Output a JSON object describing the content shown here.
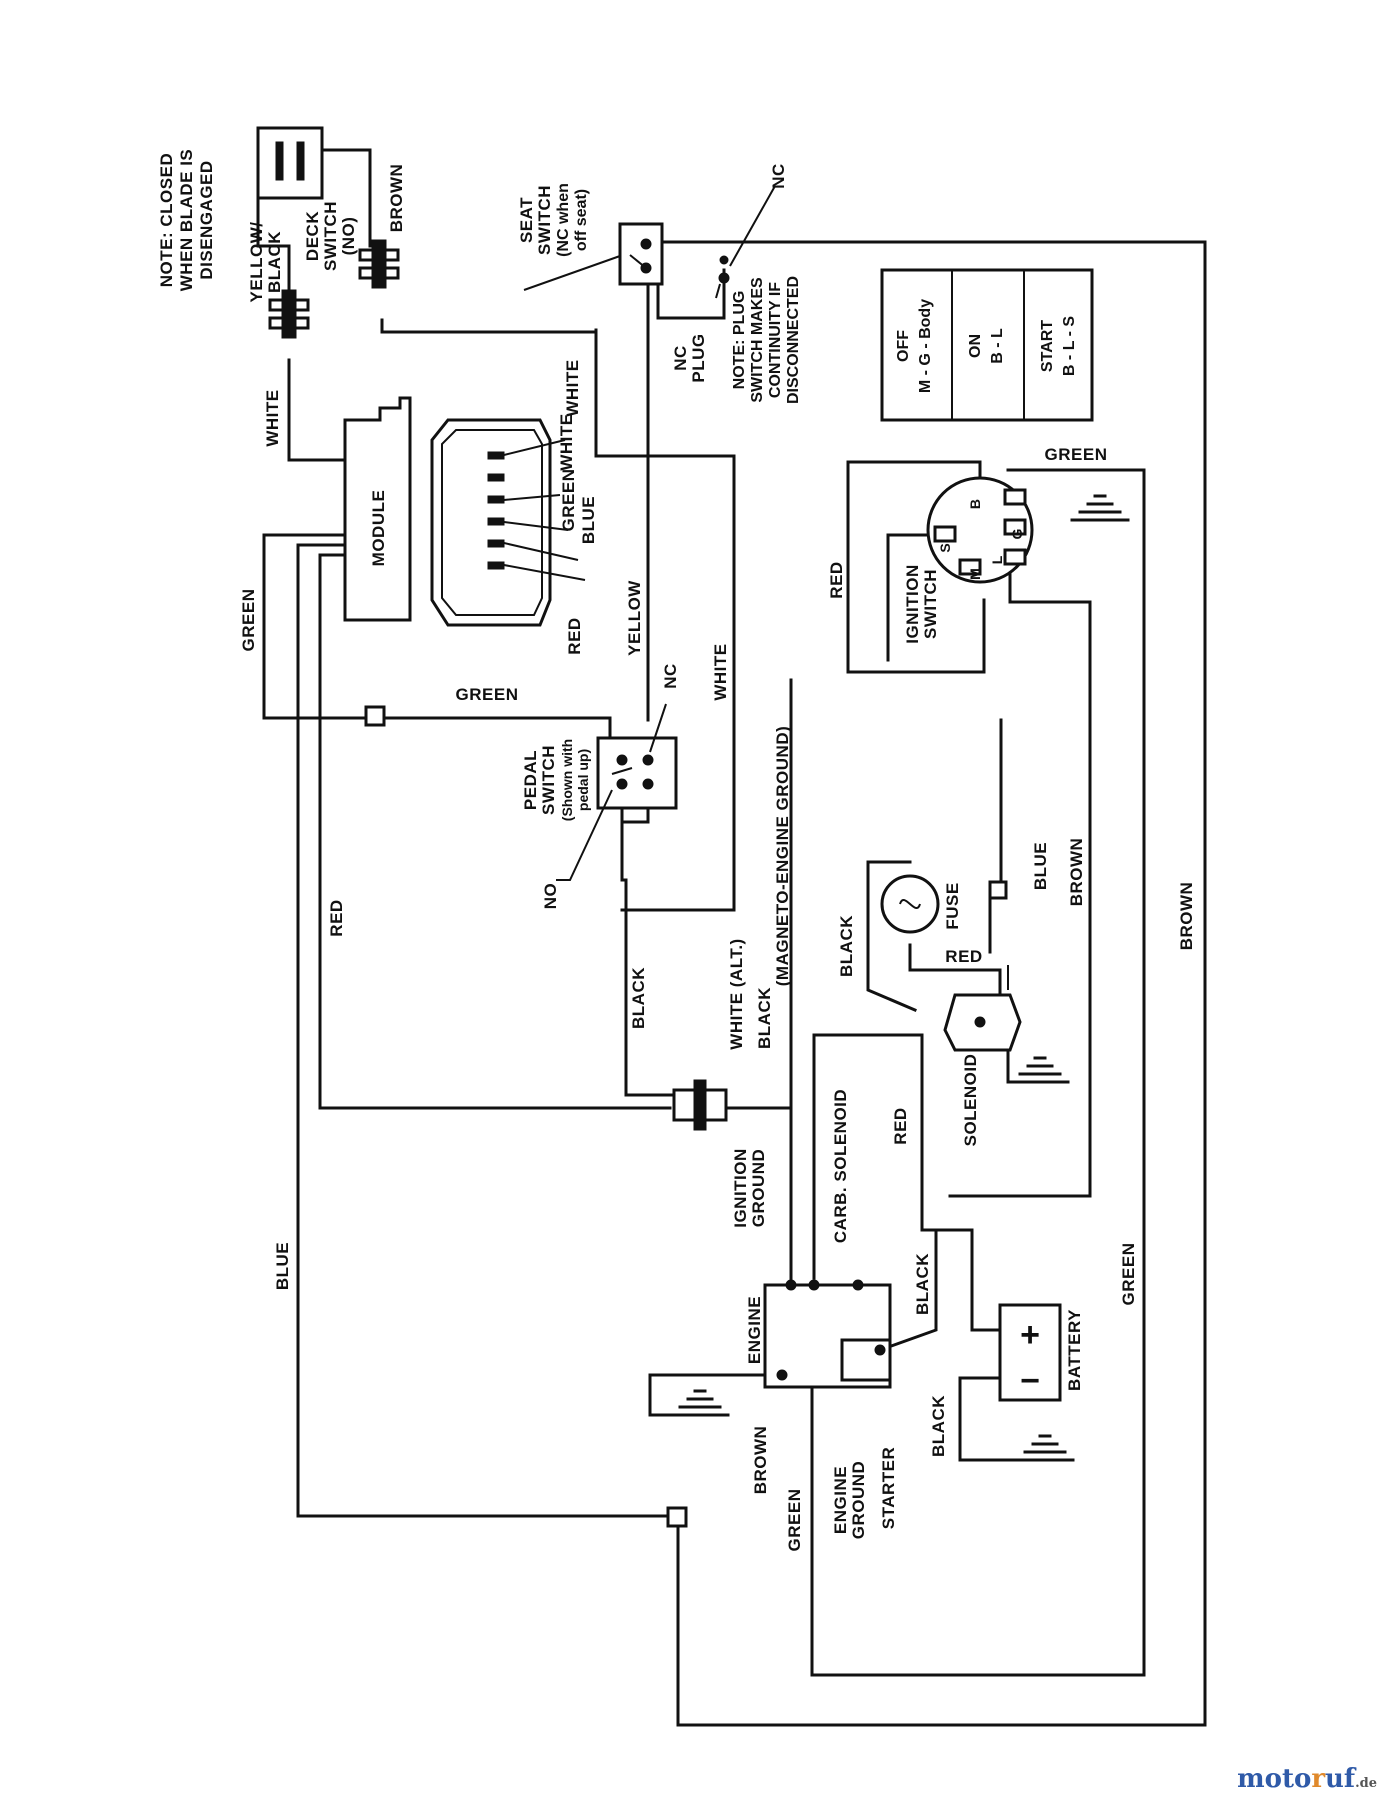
{
  "notes": {
    "blade": [
      "NOTE: CLOSED",
      "WHEN BLADE IS",
      "DISENGAGED"
    ],
    "plug": [
      "NOTE: PLUG",
      "SWITCH MAKES",
      "CONTINUITY IF",
      "DISCONNECTED"
    ]
  },
  "components": {
    "module": "MODULE",
    "deck_switch": [
      "DECK",
      "SWITCH",
      "(NO)"
    ],
    "seat_switch": [
      "SEAT",
      "SWITCH",
      "(NC when",
      "off seat)"
    ],
    "nc_plug": [
      "NC",
      "PLUG"
    ],
    "nc": "NC",
    "no": "NO",
    "pedal_switch": [
      "PEDAL",
      "SWITCH",
      "(Shown with",
      "pedal up)"
    ],
    "ignition_switch": [
      "IGNITION",
      "SWITCH"
    ],
    "fuse": "FUSE",
    "solenoid": "SOLENOID",
    "carb_solenoid": "CARB. SOLENOID",
    "ignition_ground": [
      "IGNITION",
      "GROUND"
    ],
    "engine": "ENGINE",
    "engine_ground": [
      "ENGINE",
      "GROUND"
    ],
    "starter": "STARTER",
    "battery": "BATTERY",
    "battery_plus": "+",
    "battery_minus": "−",
    "magneto": "(MAGNETO-ENGINE GROUND)",
    "terminals": {
      "s": "S",
      "b": "B",
      "m": "M",
      "l": "L",
      "g": "G"
    }
  },
  "key_table": [
    {
      "pos": "OFF",
      "circuit": "M - G - Body"
    },
    {
      "pos": "ON",
      "circuit": "B - L"
    },
    {
      "pos": "START",
      "circuit": "B - L - S"
    }
  ],
  "wires": {
    "yellow_black": [
      "YELLOW/",
      "BLACK"
    ],
    "brown": "BROWN",
    "white": "WHITE",
    "green": "GREEN",
    "blue": "BLUE",
    "red": "RED",
    "yellow": "YELLOW",
    "black": "BLACK",
    "white_alt": "WHITE (ALT.)"
  },
  "watermark": {
    "a": "moto",
    "b": "r",
    "c": "uf",
    "d": ".de"
  }
}
